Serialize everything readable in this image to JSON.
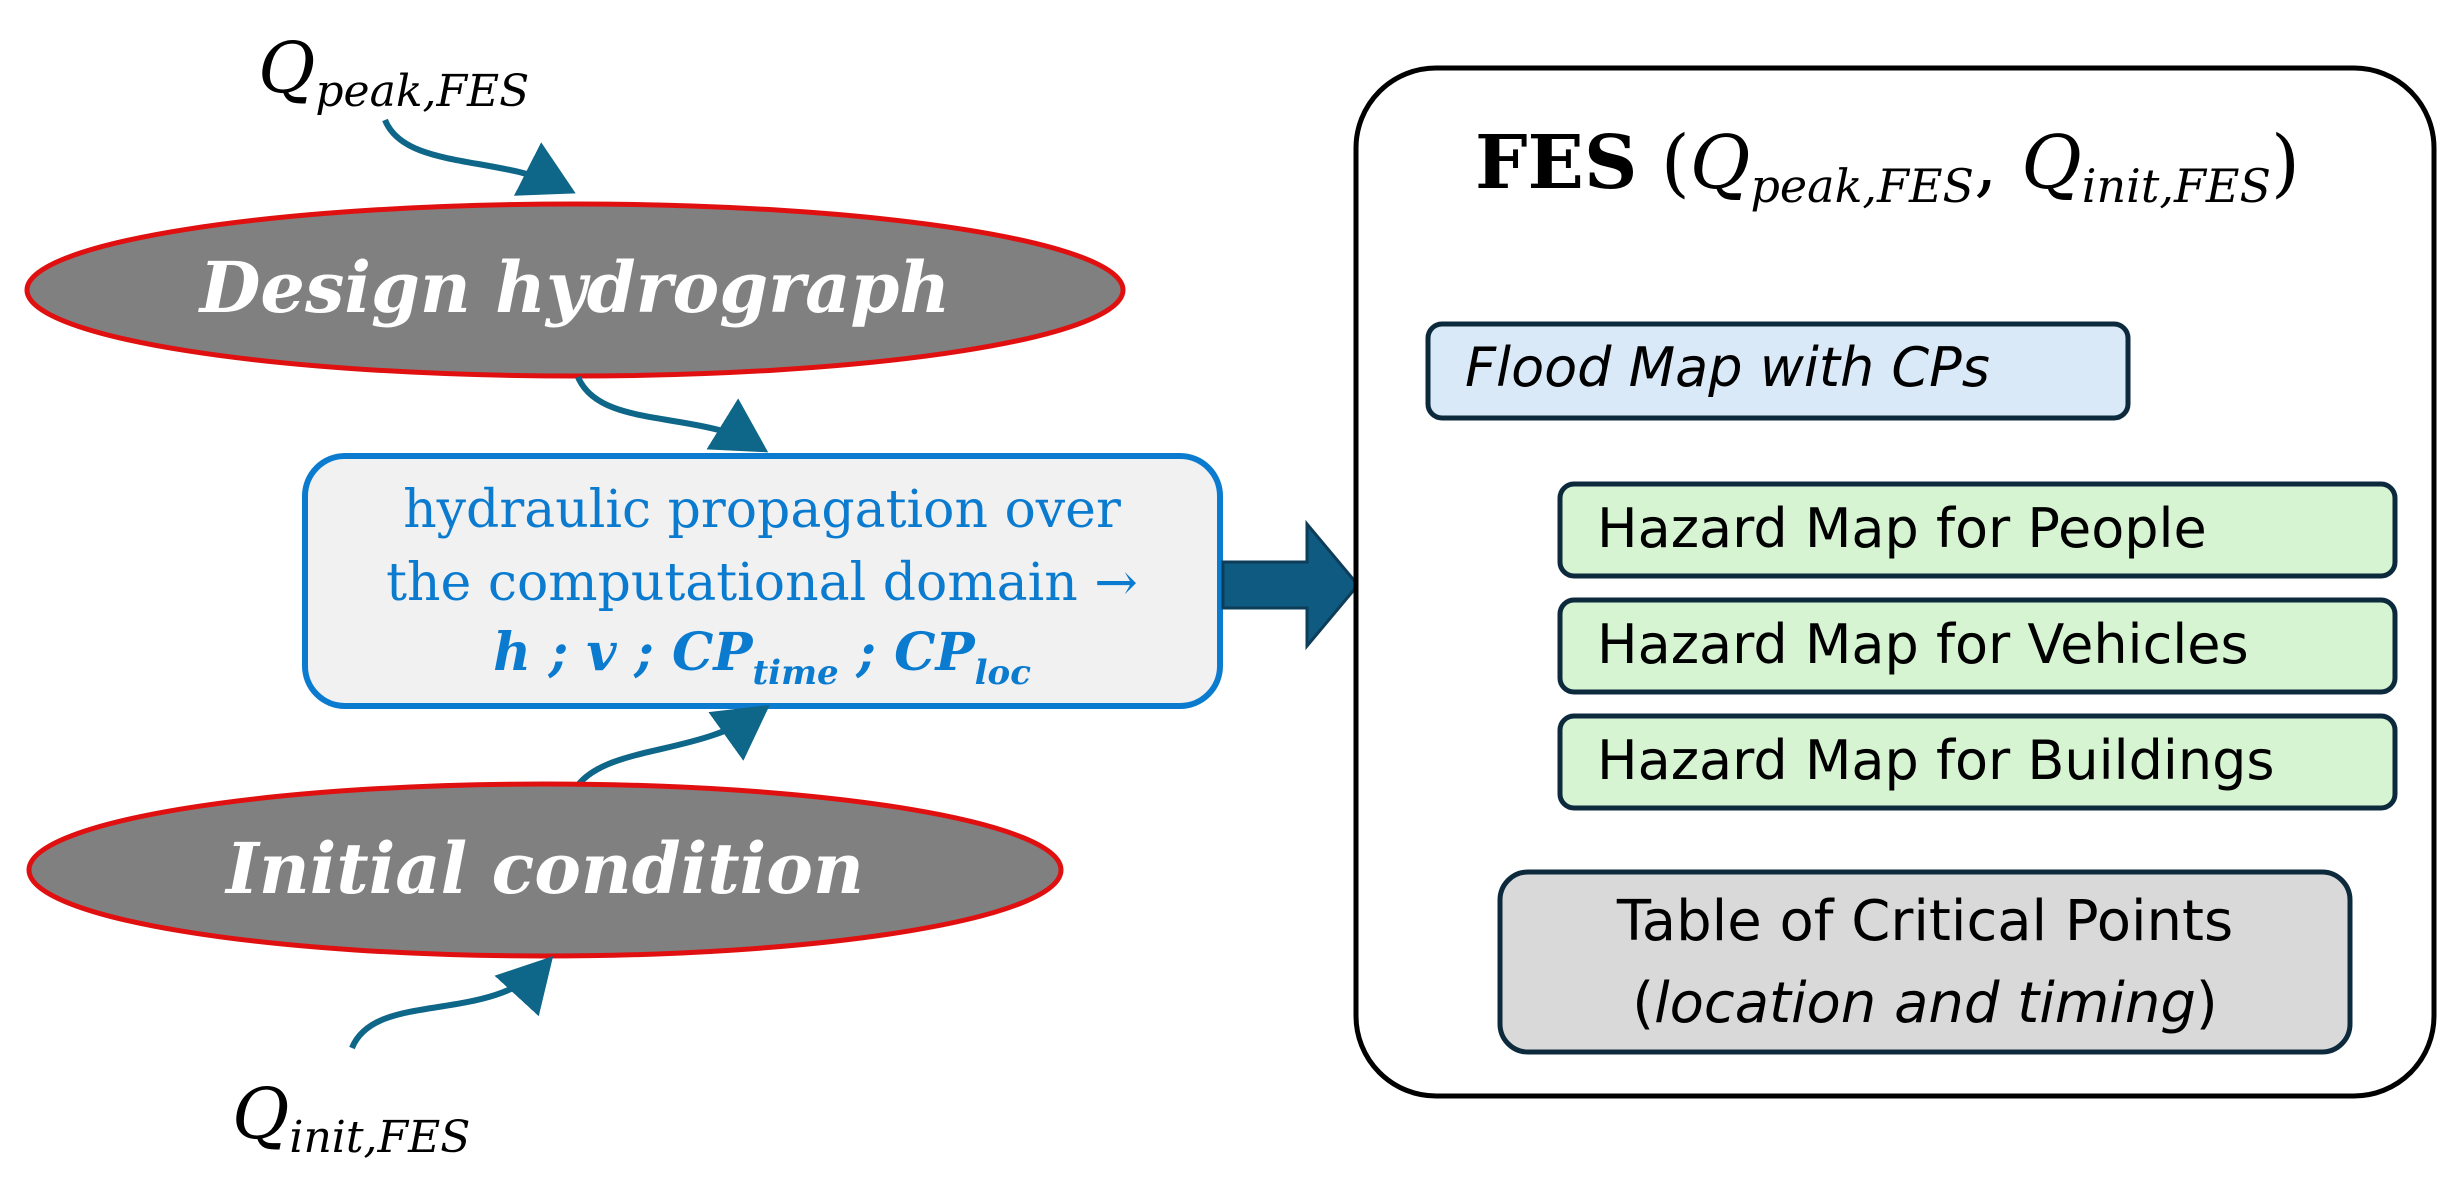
{
  "inputs": {
    "peak_flow": {
      "symbol": "Q",
      "subscript": "peak,FES"
    },
    "initial_flow": {
      "symbol": "Q",
      "subscript": "init,FES"
    }
  },
  "nodes": {
    "design_hydrograph": {
      "label": "Design hydrograph"
    },
    "initial_condition": {
      "label": "Initial condition"
    },
    "propagation": {
      "line1": "hydraulic propagation over",
      "line2": "the computational domain →",
      "outputs": {
        "h": "h",
        "sep1": " ; ",
        "v": "v",
        "sep2": " ; ",
        "cp_time_base": "CP",
        "cp_time_sub": "time",
        "sep3": " ; ",
        "cp_loc_base": "CP",
        "cp_loc_sub": "loc"
      }
    }
  },
  "fes_panel": {
    "title_bold": "FES",
    "title_paren_open": " (",
    "title_q1": "Q",
    "title_q1_sub": "peak,FES",
    "title_comma": ", ",
    "title_q2": "Q",
    "title_q2_sub": "init,FES",
    "title_paren_close": ")",
    "flood_map": "Flood Map with CPs",
    "hazard_people": "Hazard Map for People",
    "hazard_vehicles": "Hazard Map for Vehicles",
    "hazard_buildings": "Hazard Map for Buildings",
    "table_line1": "Table of Critical Points",
    "table_paren_open": "(",
    "table_italic": "location and timing",
    "table_paren_close": ")"
  },
  "colors": {
    "ellipse_fill": "#808080",
    "ellipse_stroke": "#e01010",
    "connector": "#0e6688",
    "propagation_border": "#0b7bd0",
    "propagation_text": "#0b7bd0",
    "propagation_fill": "#f1f1f1",
    "big_arrow": "#0e5a80",
    "flood_fill": "#d9e9f7",
    "hazard_fill": "#d6f3d2",
    "table_fill": "#d9d9d9",
    "box_border": "#0d2a3d"
  }
}
